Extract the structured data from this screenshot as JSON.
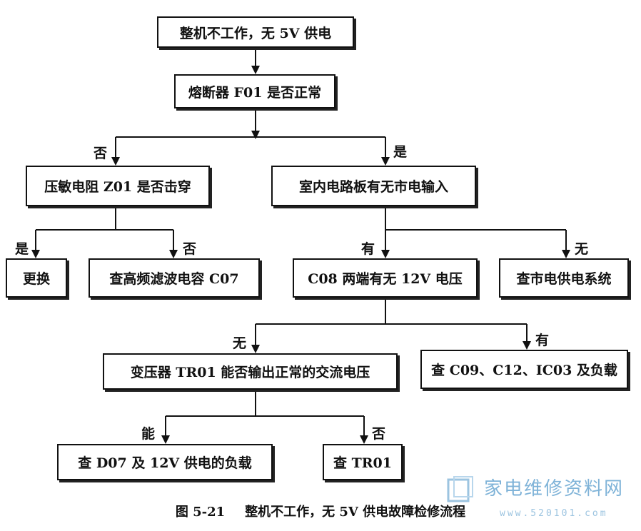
{
  "nodes": {
    "start": "整机不工作，无 5V 供电",
    "fuse_check": "熔断器 F01 是否正常",
    "varistor_check": "压敏电阻 Z01 是否击穿",
    "mains_input_check": "室内电路板有无市电输入",
    "replace": "更换",
    "check_c07": "查高频滤波电容 C07",
    "c08_voltage_check": "C08 两端有无 12V 电压",
    "check_mains_supply": "查市电供电系统",
    "transformer_check": "变压器 TR01 能否输出正常的交流电压",
    "check_c09_c12_ic03": "查 C09、C12、IC03 及负载",
    "check_d07": "查 D07 及 12V 供电的负载",
    "check_tr01": "查 TR01"
  },
  "edge_labels": {
    "fuse_no": "否",
    "fuse_yes": "是",
    "varistor_yes": "是",
    "varistor_no": "否",
    "mains_yes": "有",
    "mains_no": "无",
    "c08_no": "无",
    "c08_yes": "有",
    "transformer_yes": "能",
    "transformer_no": "否"
  },
  "caption": {
    "number": "图 5-21",
    "title": "整机不工作，无 5V 供电故障检修流程"
  },
  "watermark": {
    "name": "家电维修资料网",
    "url": "www.520101.com"
  }
}
